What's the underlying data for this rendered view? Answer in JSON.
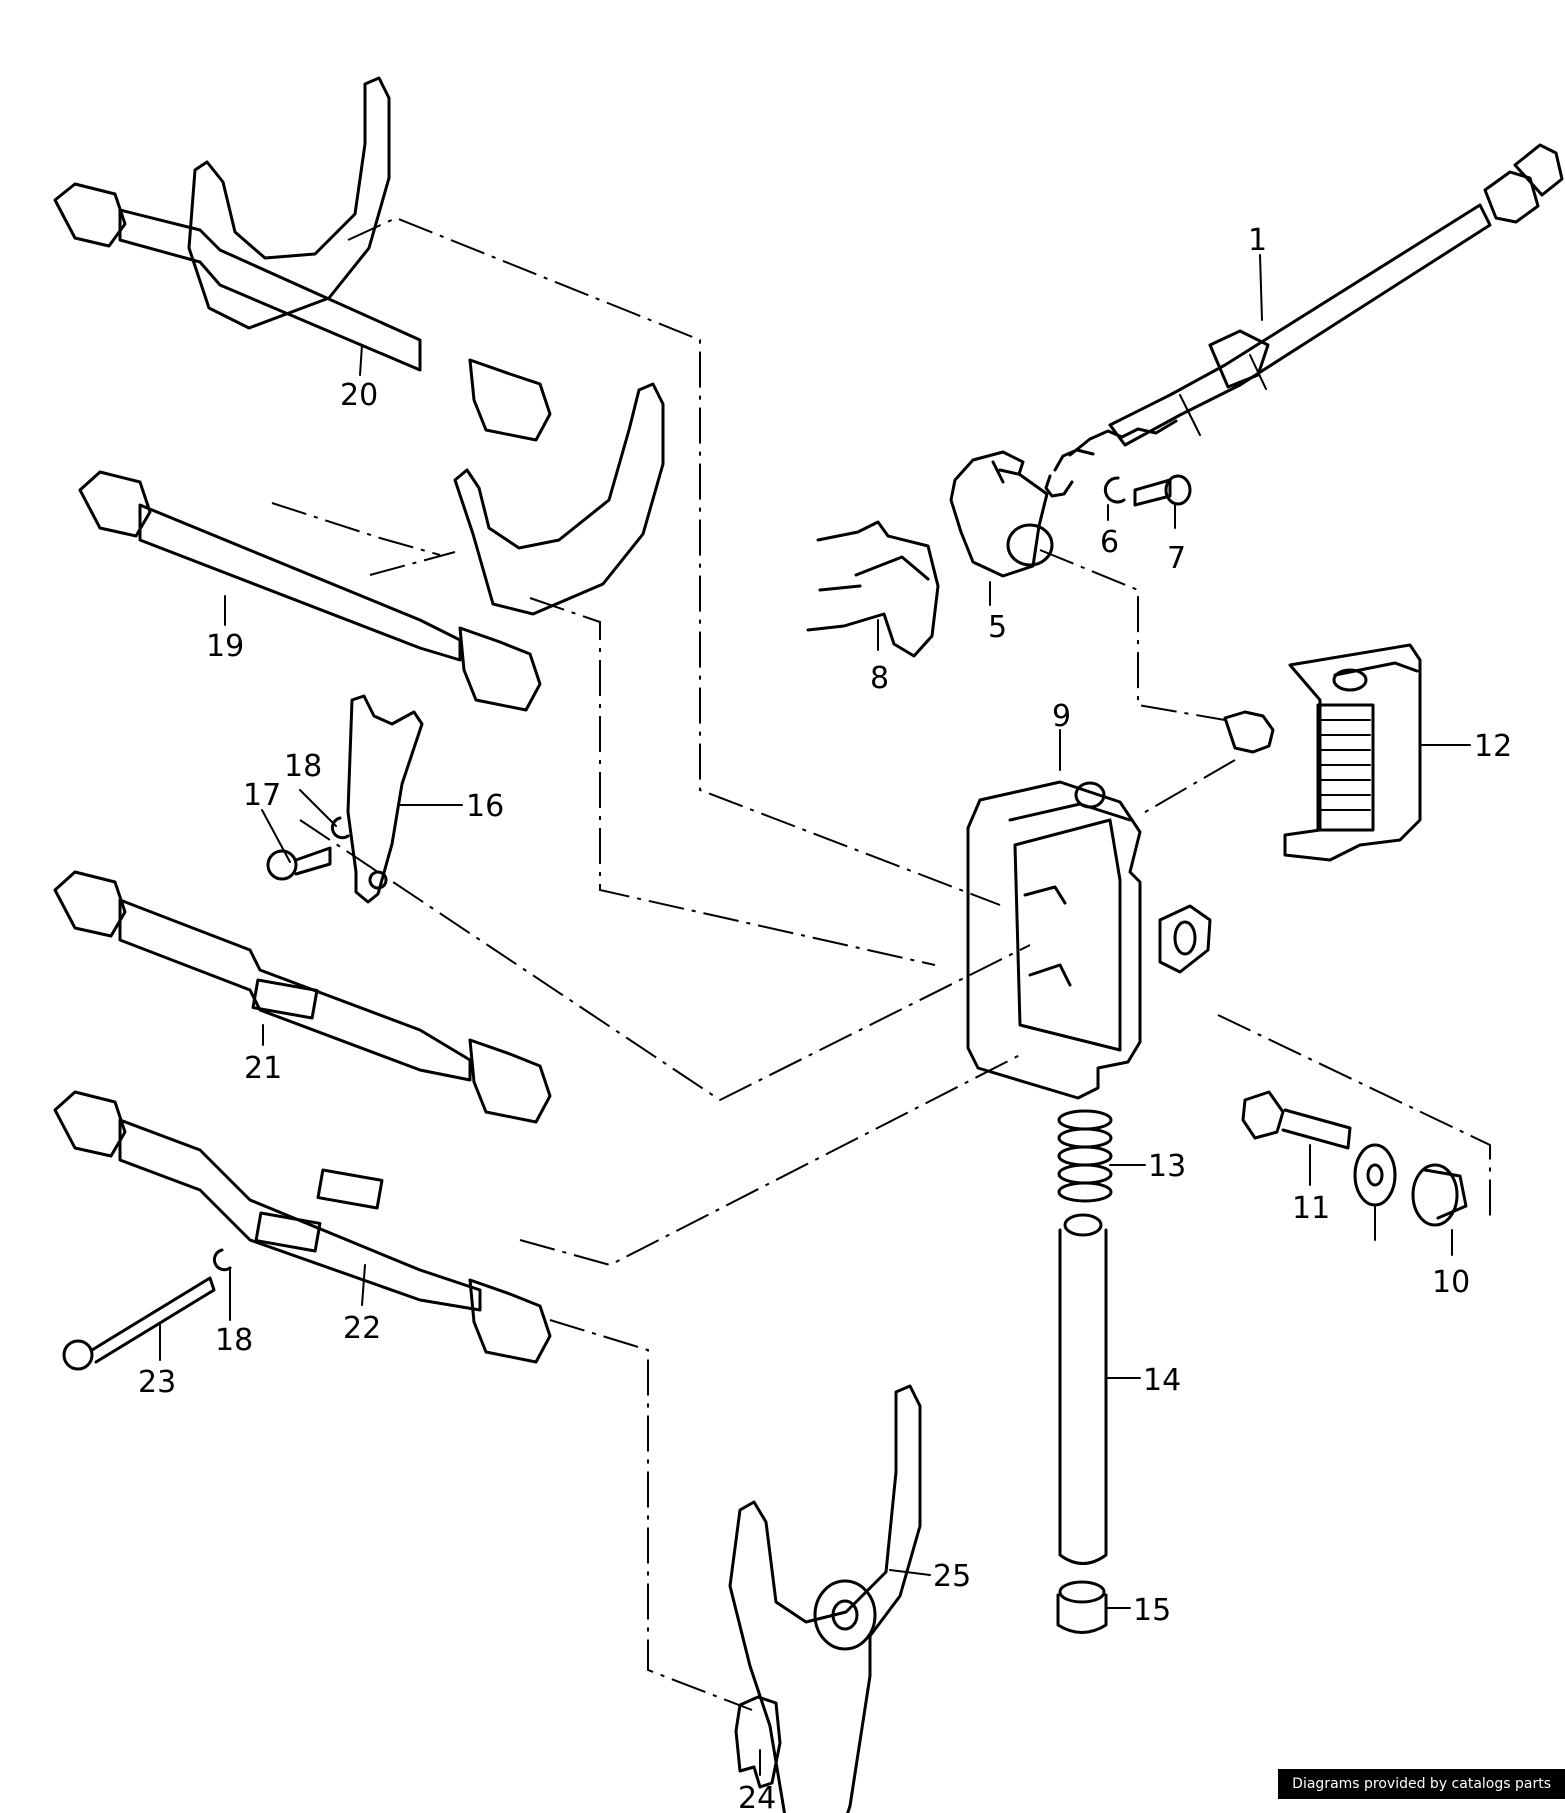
{
  "labels": [
    {
      "id": "label-1",
      "text": "1"
    },
    {
      "id": "label-5",
      "text": "5"
    },
    {
      "id": "label-6",
      "text": "6"
    },
    {
      "id": "label-7",
      "text": "7"
    },
    {
      "id": "label-8",
      "text": "8"
    },
    {
      "id": "label-9",
      "text": "9"
    },
    {
      "id": "label-10",
      "text": "10"
    },
    {
      "id": "label-11",
      "text": "11"
    },
    {
      "id": "label-12",
      "text": "12"
    },
    {
      "id": "label-13",
      "text": "13"
    },
    {
      "id": "label-14",
      "text": "14"
    },
    {
      "id": "label-15",
      "text": "15"
    },
    {
      "id": "label-16",
      "text": "16"
    },
    {
      "id": "label-17",
      "text": "17"
    },
    {
      "id": "label-18a",
      "text": "18"
    },
    {
      "id": "label-18b",
      "text": "18"
    },
    {
      "id": "label-19",
      "text": "19"
    },
    {
      "id": "label-20",
      "text": "20"
    },
    {
      "id": "label-21",
      "text": "21"
    },
    {
      "id": "label-22",
      "text": "22"
    },
    {
      "id": "label-23",
      "text": "23"
    },
    {
      "id": "label-24",
      "text": "24"
    },
    {
      "id": "label-25",
      "text": "25"
    }
  ],
  "credit": "Diagrams provided by catalogs parts"
}
